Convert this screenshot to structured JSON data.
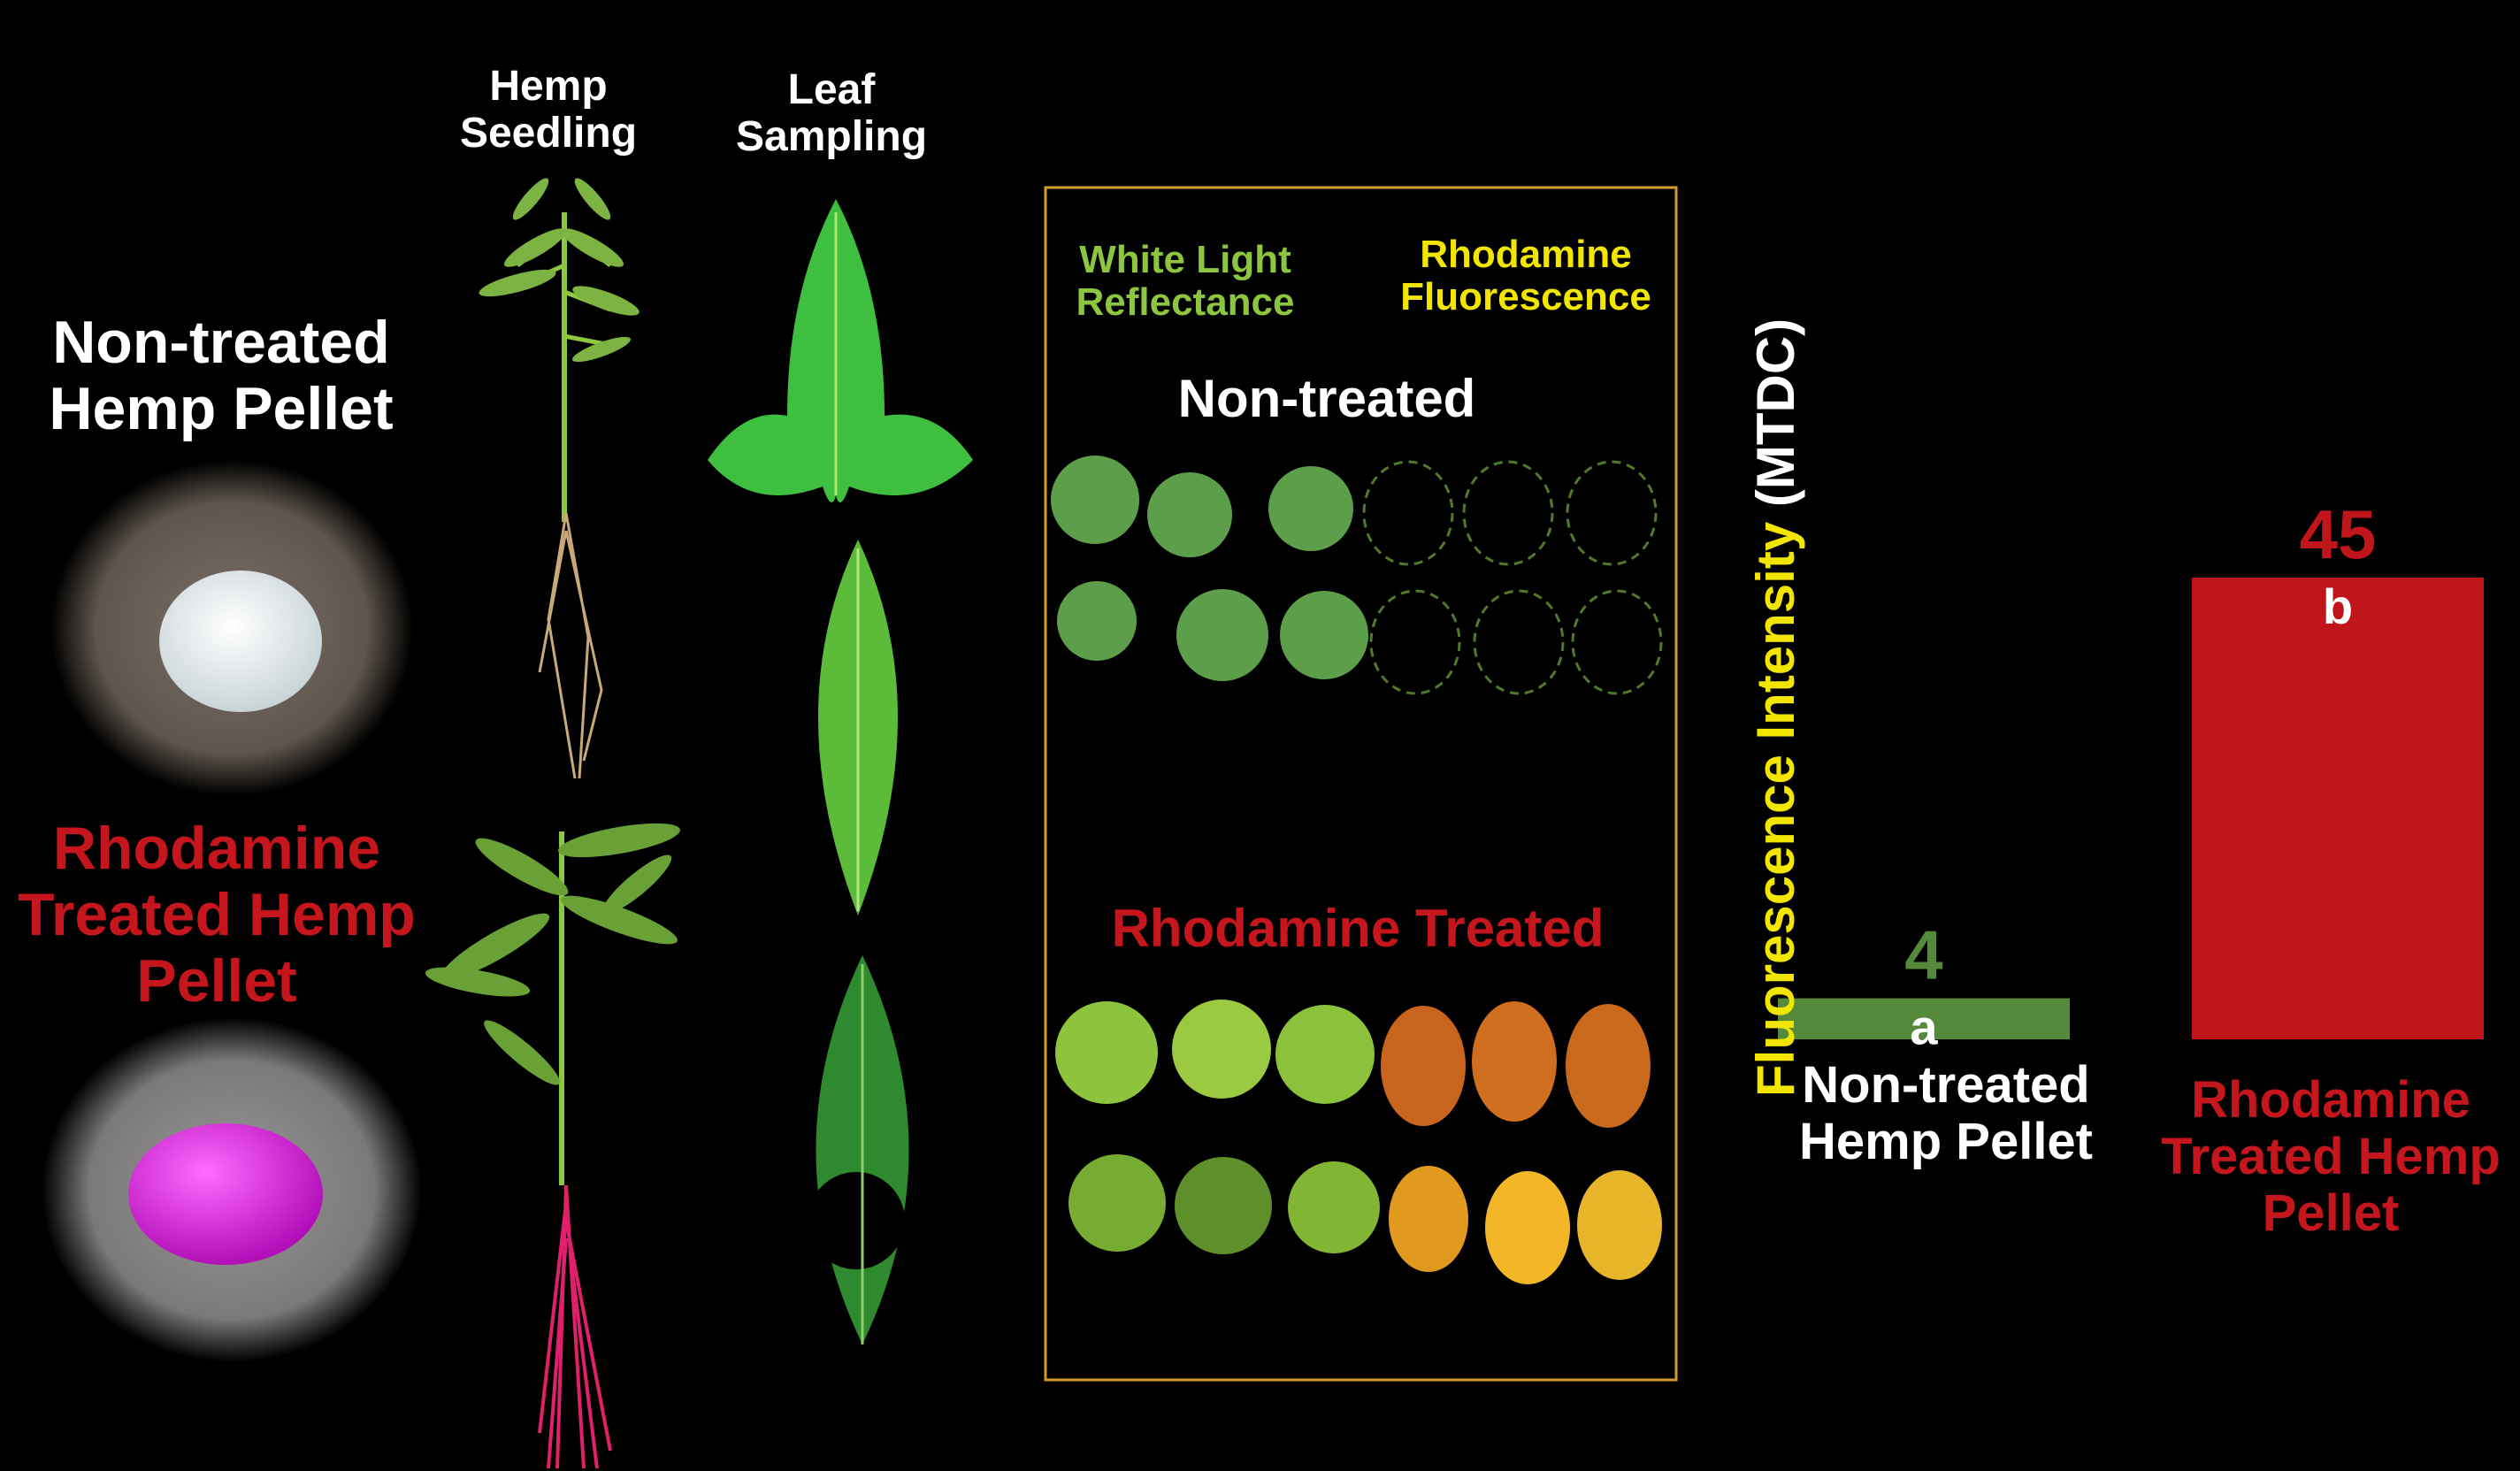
{
  "pellets": {
    "nontreated_title": [
      "Non-treated",
      "Hemp Pellet"
    ],
    "treated_title": [
      "Rhodamine",
      "Treated Hemp",
      "Pellet"
    ]
  },
  "columns": {
    "seedling": [
      "Hemp",
      "Seedling"
    ],
    "leaf": [
      "Leaf",
      "Sampling"
    ]
  },
  "panel": {
    "white_light": [
      "White Light",
      "Reflectance"
    ],
    "fluorescence": [
      "Rhodamine",
      "Fluorescence"
    ],
    "nontreated_label": "Non-treated",
    "treated_label": "Rhodamine Treated"
  },
  "colors": {
    "nontreated": "#558a3c",
    "treated": "#c0151a",
    "ylabel_main": "#f2e600",
    "panel_border": "#d39b2c"
  },
  "chart_data": {
    "type": "bar",
    "ylabel_part1": "Fluorescence Intensity",
    "ylabel_part2": " (MTDC)",
    "categories": [
      "Non-treated Hemp Pellet",
      "Rhodamine Treated Hemp Pellet"
    ],
    "category_lines": [
      [
        "Non-treated",
        "Hemp Pellet"
      ],
      [
        "Rhodamine",
        "Treated Hemp",
        "Pellet"
      ]
    ],
    "values": [
      4,
      45
    ],
    "value_labels": [
      "4",
      "45"
    ],
    "letters": [
      "a",
      "b"
    ],
    "ylim": [
      0,
      45
    ]
  }
}
